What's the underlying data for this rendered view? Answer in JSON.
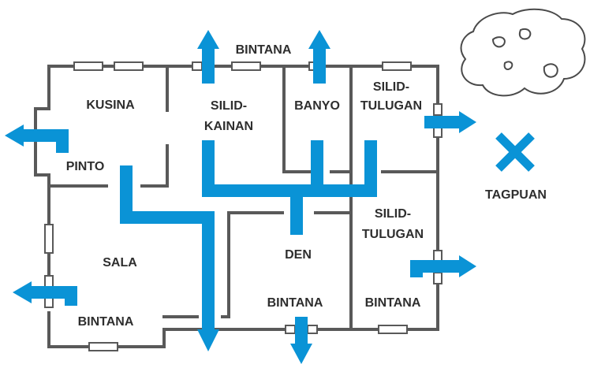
{
  "colors": {
    "route": "#0a93d6",
    "wall": "#595959",
    "label": "#2e2e2e"
  },
  "icons": {
    "meeting_point": "x-mark-icon",
    "trees": "bush-icon"
  },
  "labels": {
    "bintana_top": "BINTANA",
    "kusina": "KUSINA",
    "silid_kainan_1": "SILID-",
    "silid_kainan_2": "KAINAN",
    "banyo": "BANYO",
    "silid_tulugan_top_1": "SILID-",
    "silid_tulugan_top_2": "TULUGAN",
    "pinto": "PINTO",
    "tagpuan": "TAGPUAN",
    "silid_tulugan_bottom_1": "SILID-",
    "silid_tulugan_bottom_2": "TULUGAN",
    "sala": "SALA",
    "den": "DEN",
    "bintana_left": "BINTANA",
    "bintana_middle": "BINTANA",
    "bintana_right": "BINTANA"
  }
}
